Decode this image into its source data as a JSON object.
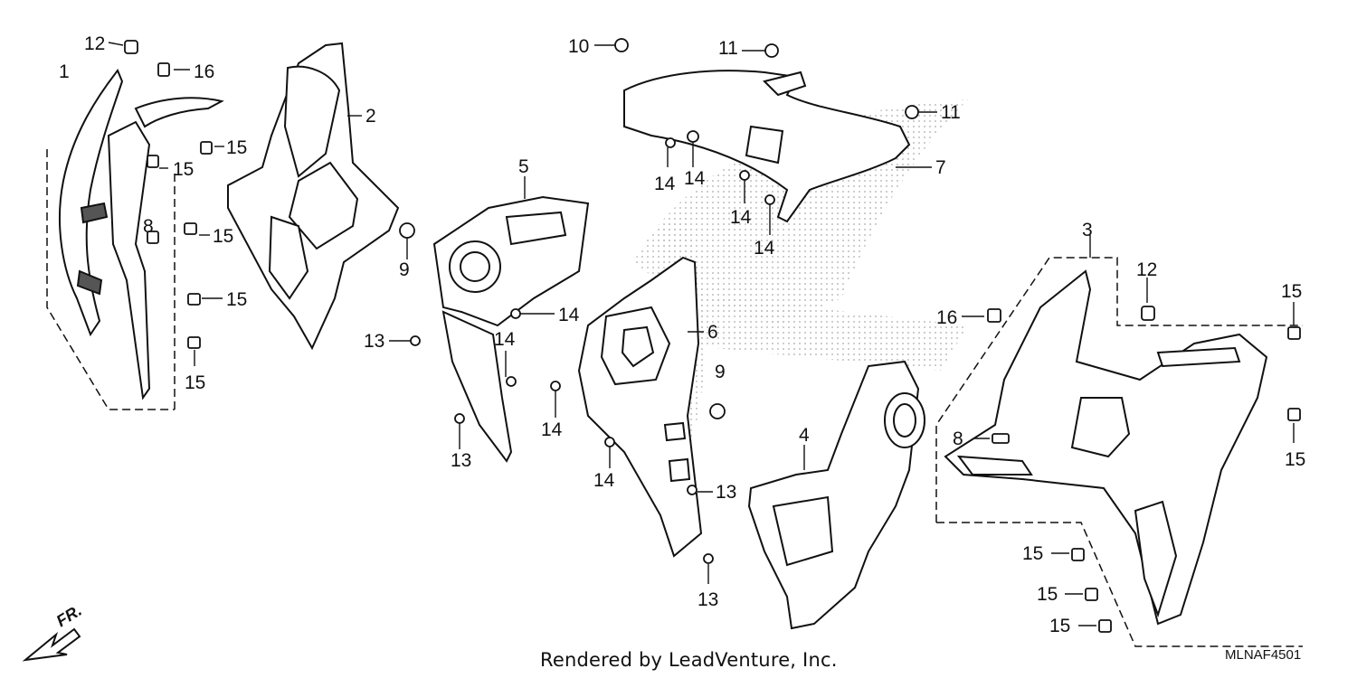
{
  "footer": {
    "credit": "Rendered by LeadVenture, Inc.",
    "diagram_code": "MLNAF4501"
  },
  "direction_marker": {
    "label": "FR.",
    "icon": "front-direction-arrow-icon"
  },
  "watermark": {
    "icon": "dealer-logo-watermark"
  },
  "callouts": [
    {
      "name": "callout-1",
      "label": "1"
    },
    {
      "name": "callout-12a",
      "label": "12"
    },
    {
      "name": "callout-16a",
      "label": "16"
    },
    {
      "name": "callout-15a",
      "label": "15"
    },
    {
      "name": "callout-15b",
      "label": "15"
    },
    {
      "name": "callout-8a",
      "label": "8"
    },
    {
      "name": "callout-15c",
      "label": "15"
    },
    {
      "name": "callout-15d",
      "label": "15"
    },
    {
      "name": "callout-15e",
      "label": "15"
    },
    {
      "name": "callout-2",
      "label": "2"
    },
    {
      "name": "callout-9a",
      "label": "9"
    },
    {
      "name": "callout-5",
      "label": "5"
    },
    {
      "name": "callout-13a",
      "label": "13"
    },
    {
      "name": "callout-14a",
      "label": "14"
    },
    {
      "name": "callout-14b",
      "label": "14"
    },
    {
      "name": "callout-13b",
      "label": "13"
    },
    {
      "name": "callout-10",
      "label": "10"
    },
    {
      "name": "callout-11a",
      "label": "11"
    },
    {
      "name": "callout-11b",
      "label": "11"
    },
    {
      "name": "callout-7",
      "label": "7"
    },
    {
      "name": "callout-14c",
      "label": "14"
    },
    {
      "name": "callout-14d",
      "label": "14"
    },
    {
      "name": "callout-14e",
      "label": "14"
    },
    {
      "name": "callout-14f",
      "label": "14"
    },
    {
      "name": "callout-6",
      "label": "6"
    },
    {
      "name": "callout-9b",
      "label": "9"
    },
    {
      "name": "callout-14g",
      "label": "14"
    },
    {
      "name": "callout-14h",
      "label": "14"
    },
    {
      "name": "callout-13c",
      "label": "13"
    },
    {
      "name": "callout-13d",
      "label": "13"
    },
    {
      "name": "callout-4",
      "label": "4"
    },
    {
      "name": "callout-3",
      "label": "3"
    },
    {
      "name": "callout-12b",
      "label": "12"
    },
    {
      "name": "callout-16b",
      "label": "16"
    },
    {
      "name": "callout-8b",
      "label": "8"
    },
    {
      "name": "callout-15f",
      "label": "15"
    },
    {
      "name": "callout-15g",
      "label": "15"
    },
    {
      "name": "callout-15h",
      "label": "15"
    },
    {
      "name": "callout-15i",
      "label": "15"
    },
    {
      "name": "callout-15j",
      "label": "15"
    }
  ]
}
